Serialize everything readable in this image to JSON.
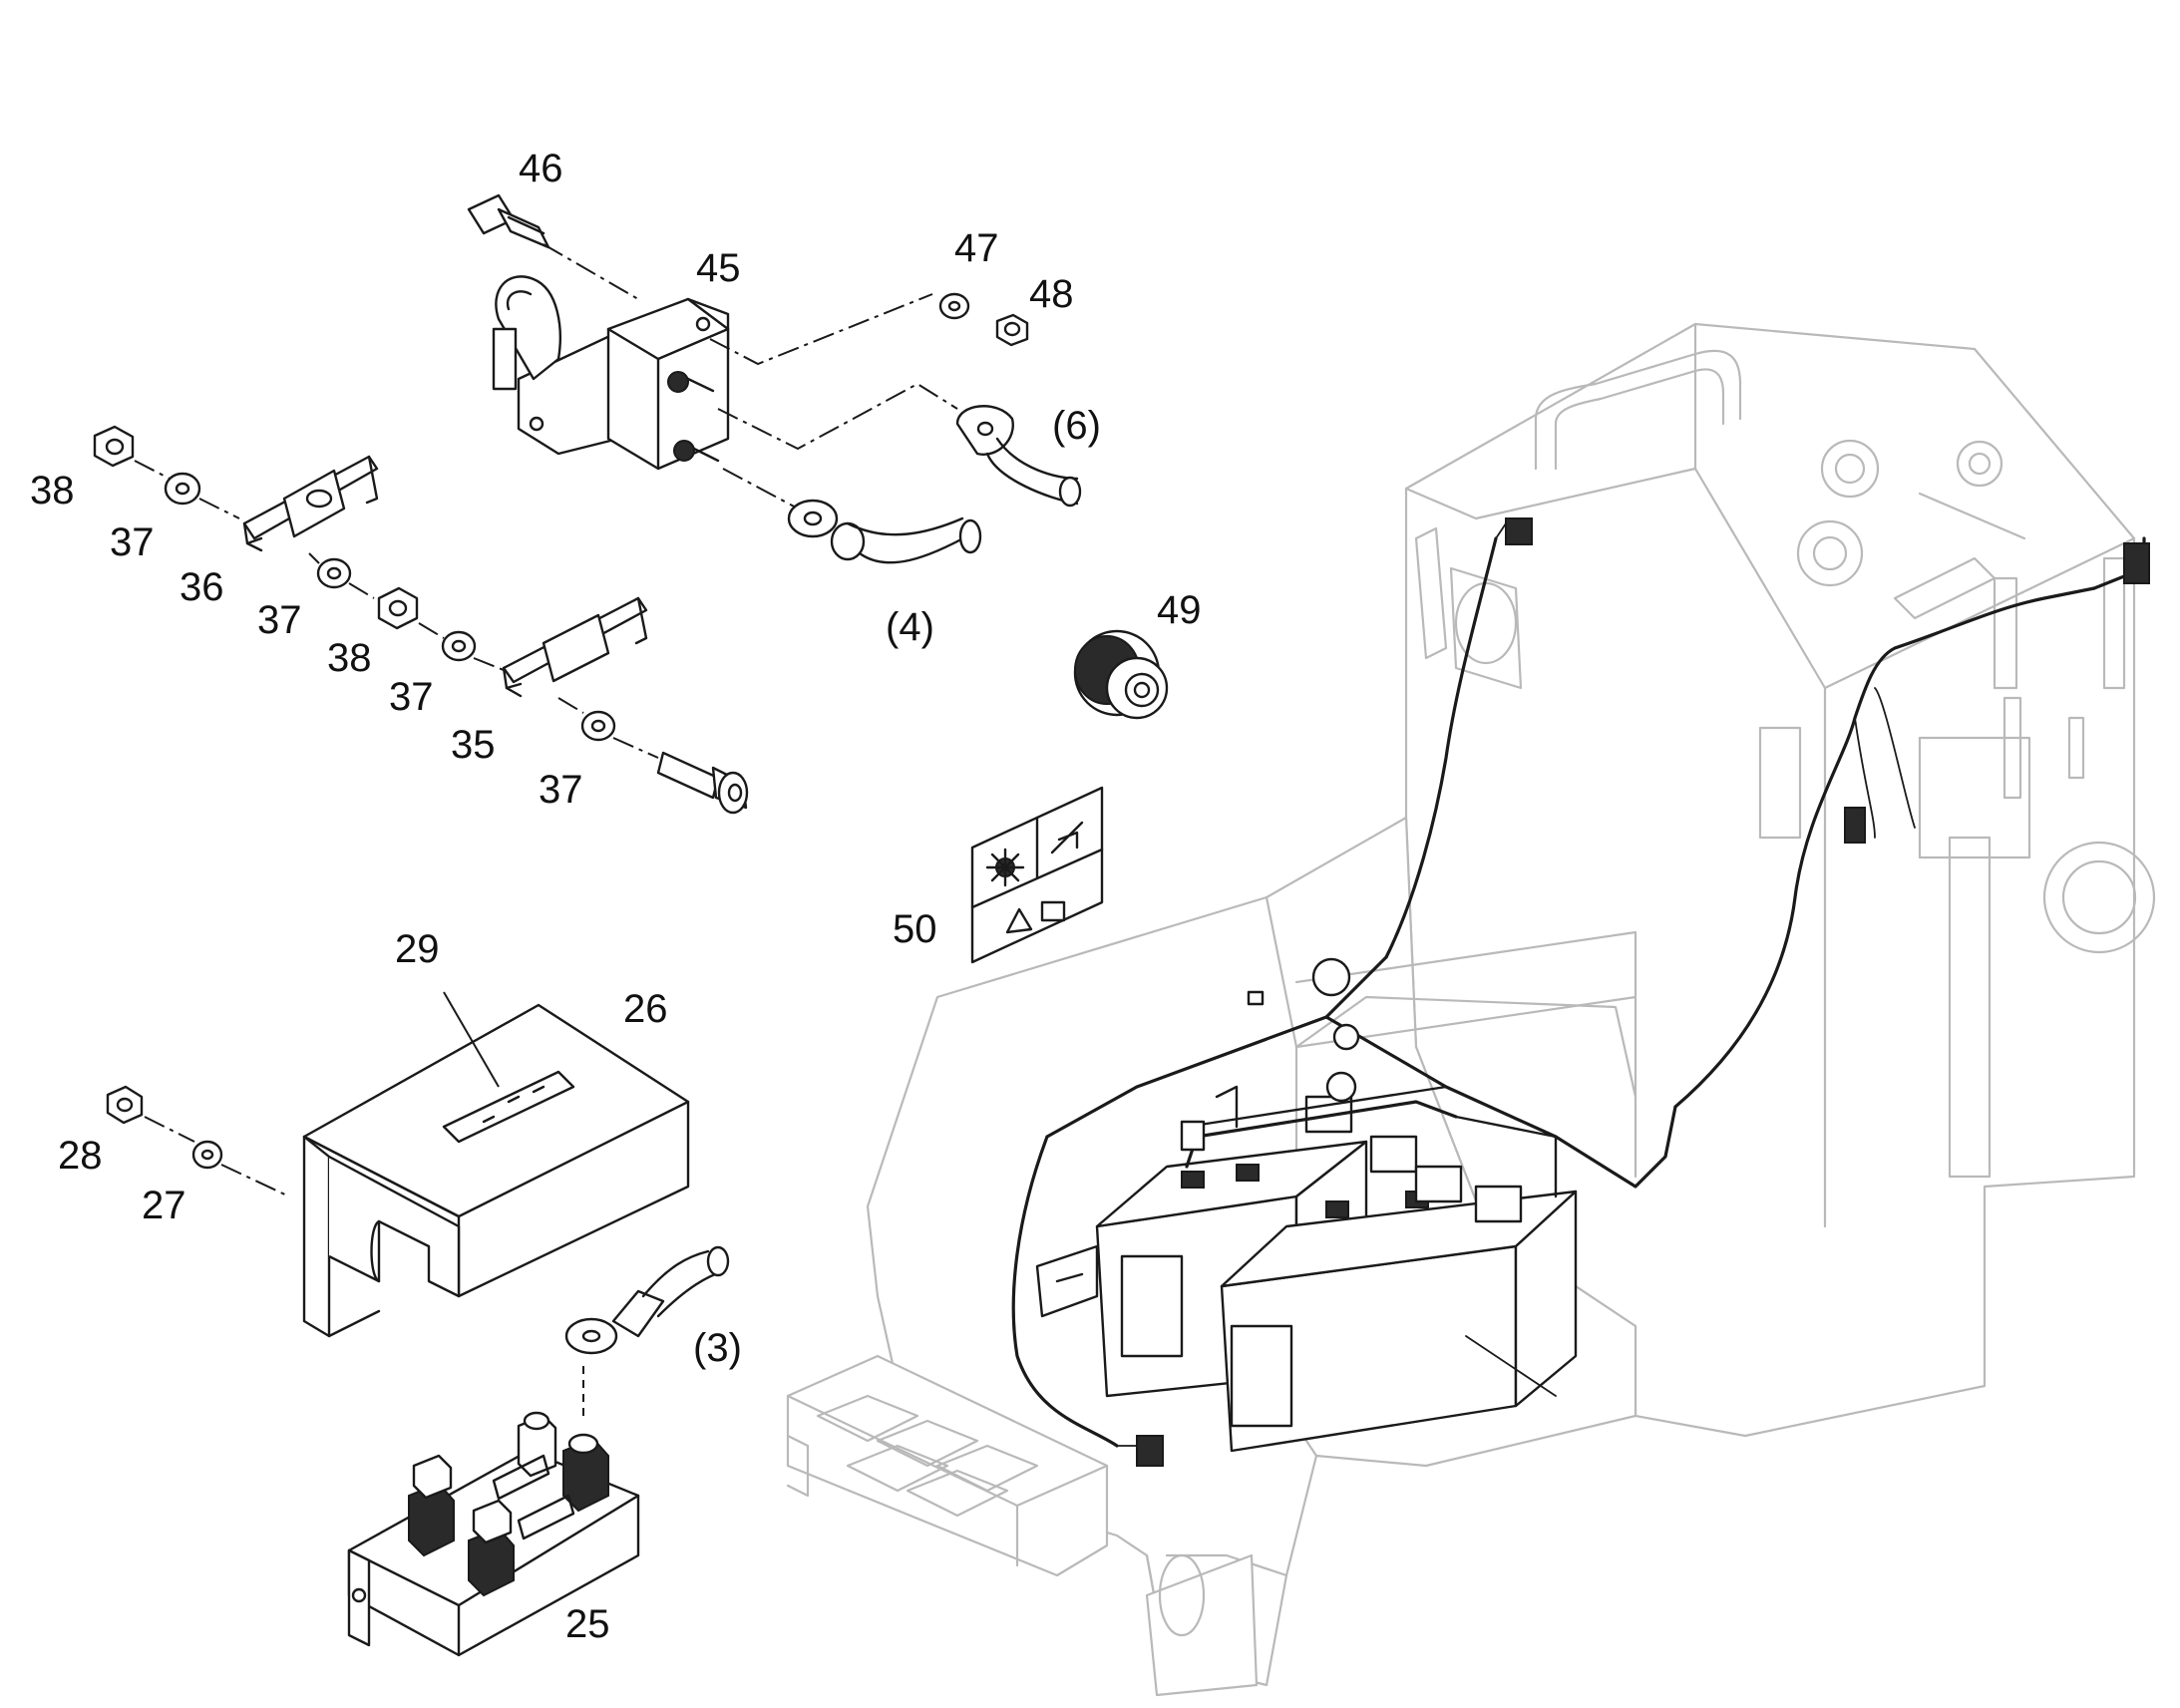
{
  "callouts": {
    "c46": "46",
    "c45": "45",
    "c47": "47",
    "c48": "48",
    "c6": "(6)",
    "c38a": "38",
    "c37a": "37",
    "c36": "36",
    "c37b": "37",
    "c38b": "38",
    "c37c": "37",
    "c35": "35",
    "c37d": "37",
    "c4": "(4)",
    "c49": "49",
    "c50": "50",
    "c29": "29",
    "c26": "26",
    "c28": "28",
    "c27": "27",
    "c3": "(3)",
    "c25": "25"
  },
  "colors": {
    "ink": "#1a1a1a",
    "ghost": "#b9b9b9",
    "background": "#ffffff"
  }
}
